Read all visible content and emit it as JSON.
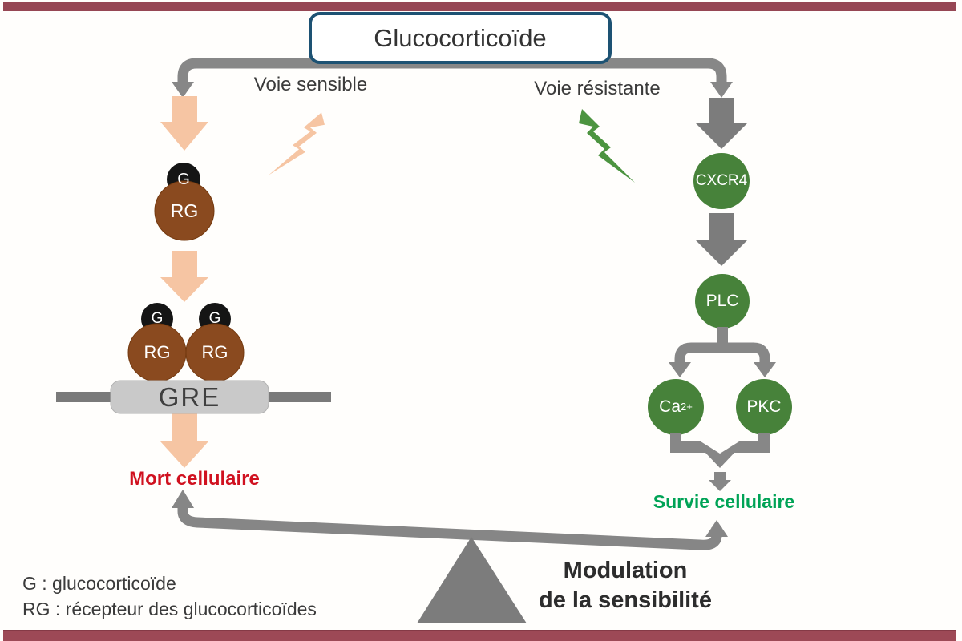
{
  "title": "Glucocorticoïde",
  "pathways": {
    "sensitive_label": "Voie sensible",
    "resistant_label": "Voie résistante"
  },
  "nodes": {
    "g": "G",
    "rg": "RG",
    "gre": "GRE",
    "cxcr4": "CXCR4",
    "plc": "PLC",
    "ca_base": "Ca",
    "ca_sup": "2+",
    "pkc": "PKC"
  },
  "outcomes": {
    "death": "Mort cellulaire",
    "survival": "Survie cellulaire"
  },
  "balance": {
    "line1": "Modulation",
    "line2": "de la sensibilité"
  },
  "legend": {
    "line1": "G : glucocorticoïde",
    "line2": "RG : récepteur des glucocorticoïdes"
  },
  "colors": {
    "frame_maroon": "#964754",
    "box_border_blue": "#1d5273",
    "connector_gray": "#878787",
    "block_gray": "#7c7c7c",
    "peach": "#f6c5a3",
    "green_node": "#47823a",
    "green_bolt": "#4c9440",
    "brown_rg": "#8a4a1f",
    "black_g": "#151515",
    "gre_fill": "#c9c9c9",
    "death_red": "#d0111f",
    "survival_green": "#00a356",
    "text_dark": "#3b3b3b"
  }
}
